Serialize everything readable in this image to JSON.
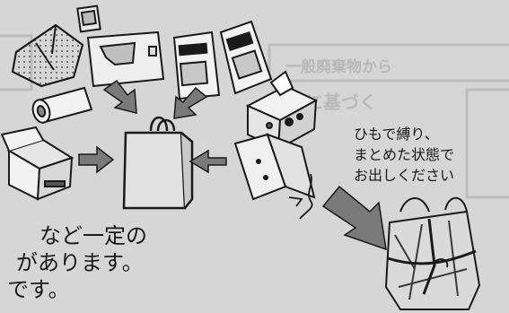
{
  "background_text": {
    "heading_fragment": "一般廃棄物から",
    "sub_fragment": "種類に基づく"
  },
  "note": {
    "line1": "ひもで縛り、",
    "line2": "まとめた状態で",
    "line3": "お出しください"
  },
  "body_text": {
    "line1": "など一定の",
    "line2": "があります。",
    "line3": "です。"
  },
  "colors": {
    "background": "#d6d6d6",
    "outline": "#1a1a1a",
    "arrow": "#7a7a7a",
    "item_fill": "#eeeeee",
    "note_text": "#1a1a1a"
  }
}
